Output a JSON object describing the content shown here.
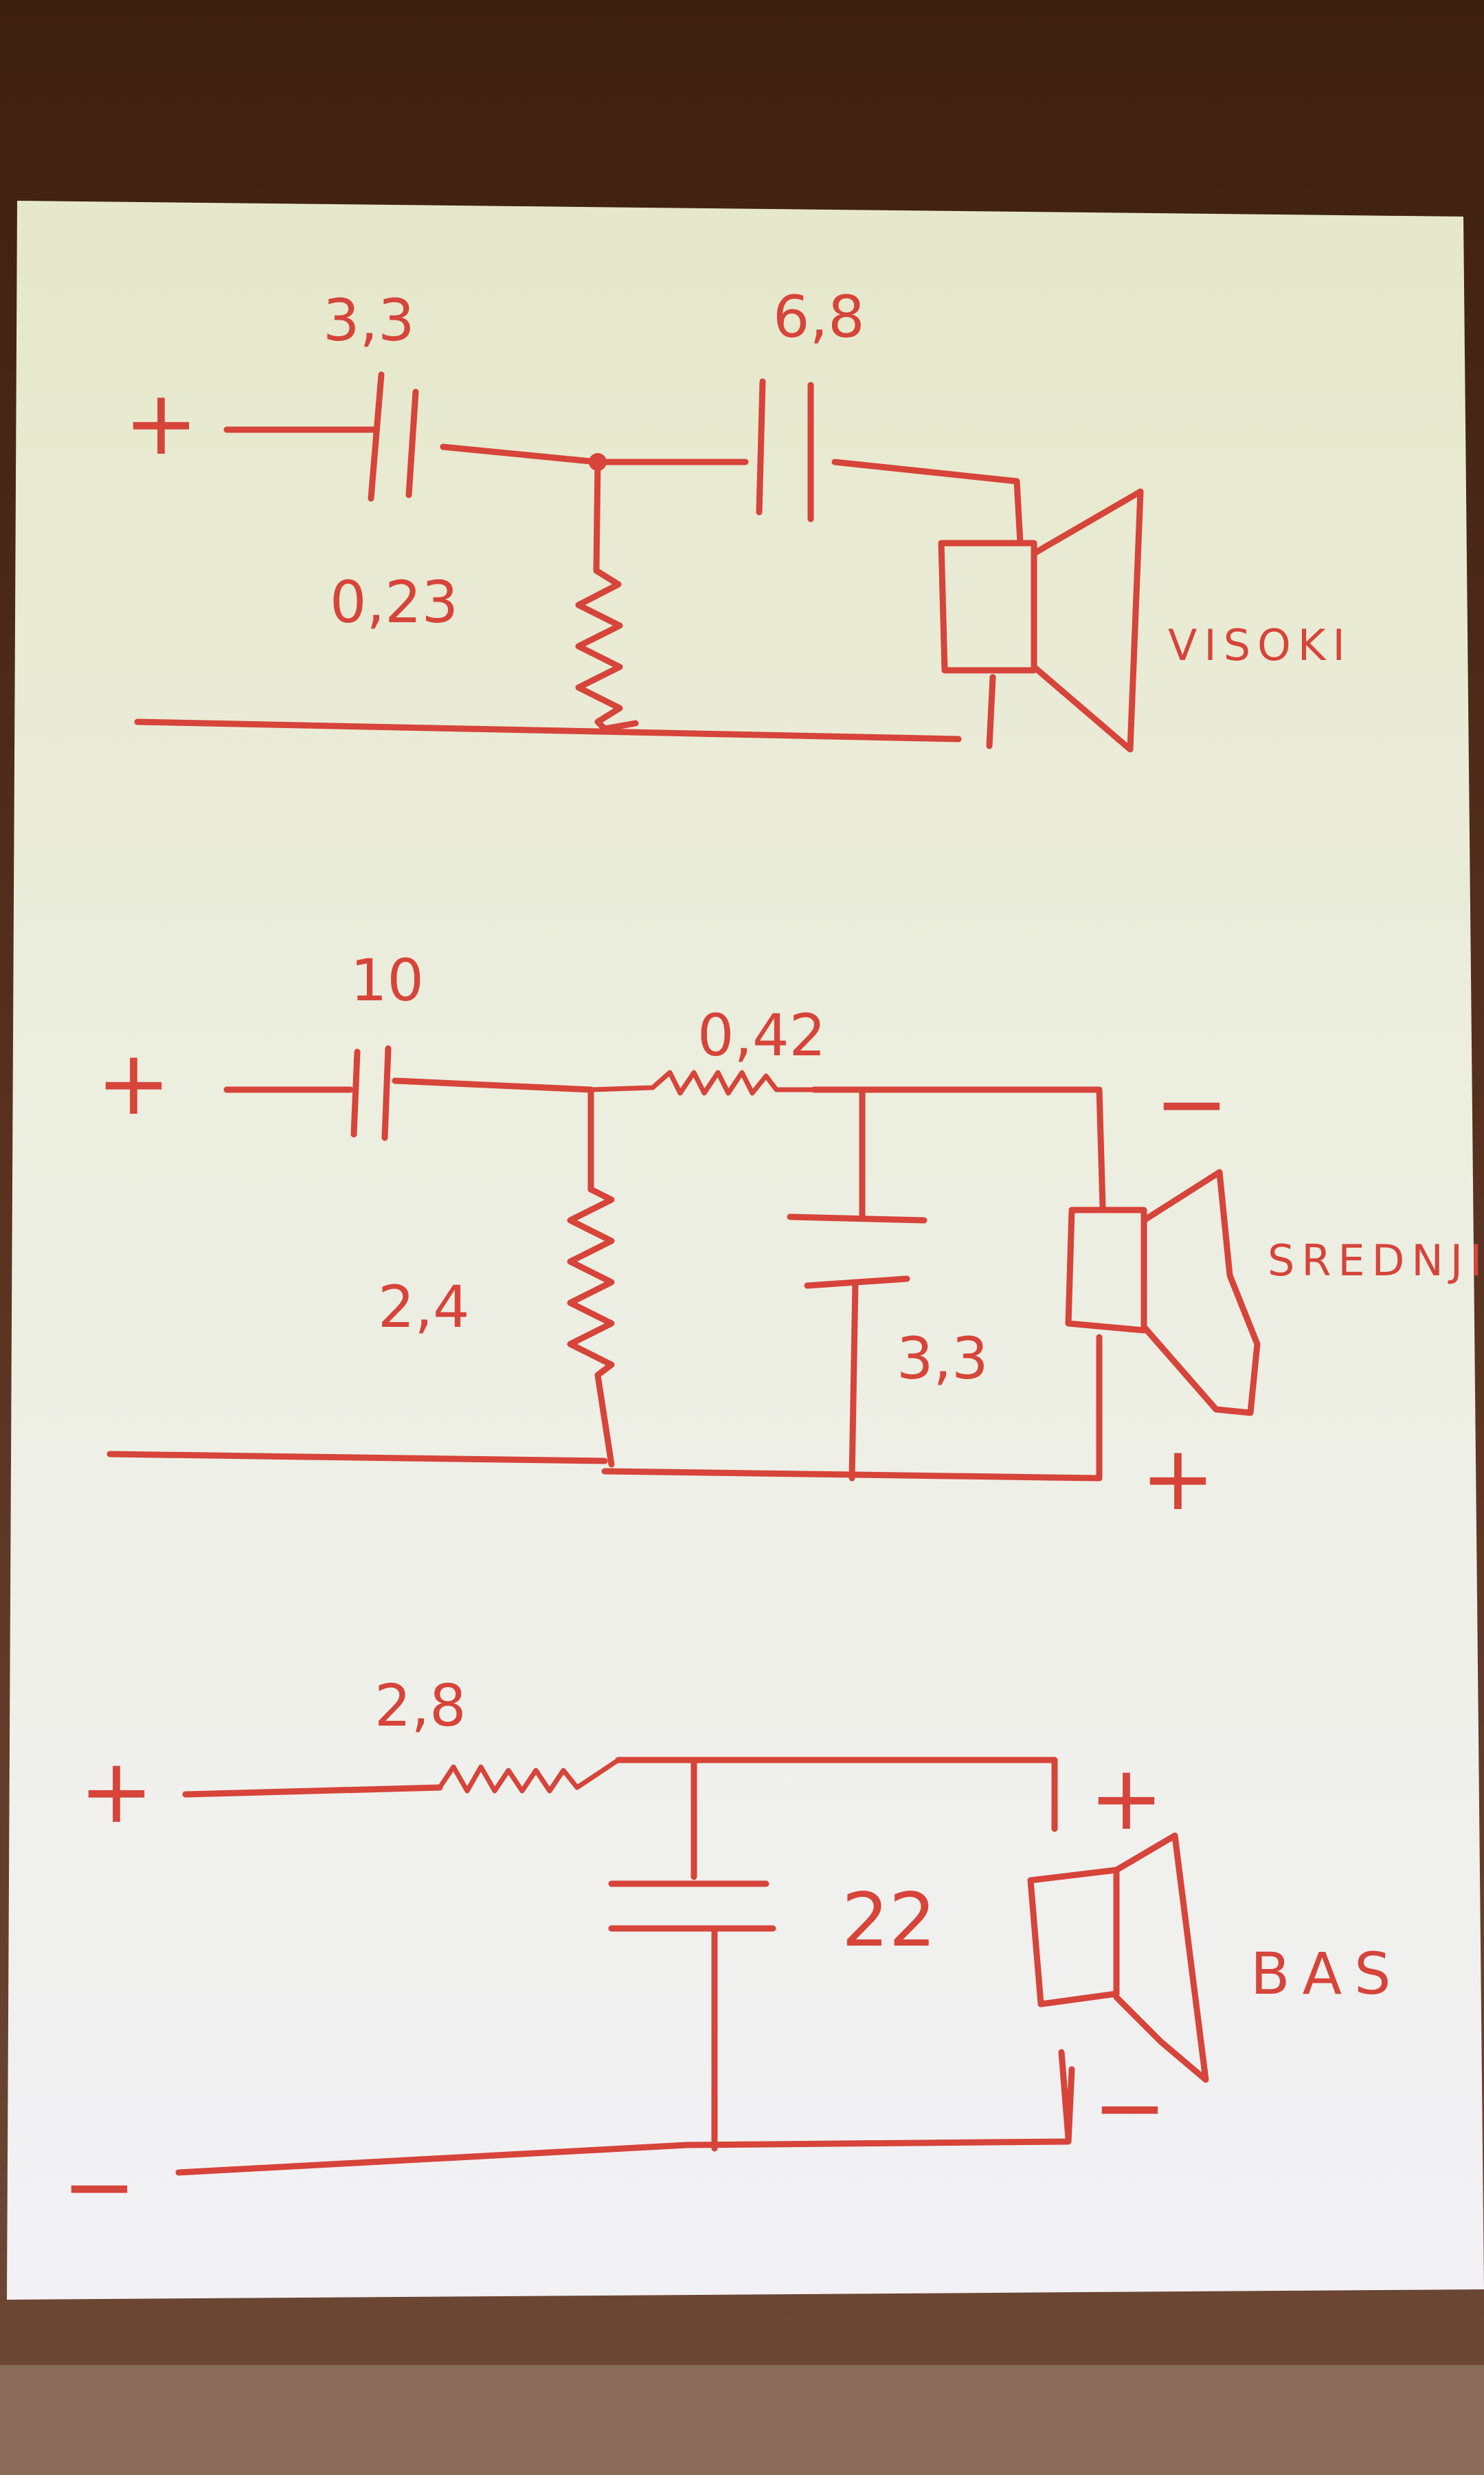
{
  "circuits": {
    "high": {
      "polarity_plus": "+",
      "c1": "3,3",
      "c2": "6,8",
      "r1": "0,23",
      "speaker": "VISOKI"
    },
    "mid": {
      "polarity_plus": "+",
      "c1": "10",
      "r_series": "0,42",
      "r_shunt": "2,4",
      "c_shunt": "3,3",
      "speaker": "SREDNJI",
      "spk_minus": "−",
      "spk_plus": "+"
    },
    "bass": {
      "polarity_plus": "+",
      "polarity_minus": "−",
      "r_series": "2,8",
      "c_shunt": "22",
      "speaker": "BAS",
      "spk_plus": "+",
      "spk_minus": "−"
    }
  },
  "colors": {
    "ink": "#d6443a",
    "paper_top": "#e8ead0",
    "paper_bottom": "#f1f0f3",
    "table": "#4a2716"
  }
}
